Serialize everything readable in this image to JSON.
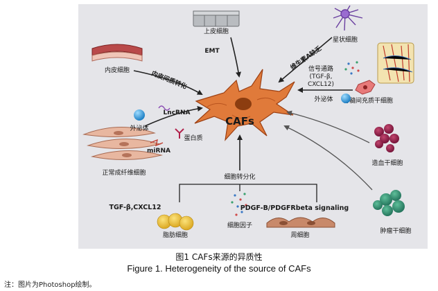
{
  "diagram": {
    "center_label": "CAFs",
    "sources": {
      "epithelial": "上皮细胞",
      "stellate": "星状细胞",
      "endothelial": "内皮细胞",
      "msc": "骨髓间充质干细胞",
      "fibroblast": "正常成纤维细胞",
      "hematopoietic": "造血干细胞",
      "adipocyte": "脂肪细胞",
      "pericyte": "周细胞",
      "tumor_stem": "肿瘤干细胞"
    },
    "labels": {
      "emt": "EMT",
      "vitamin_a": "维生素A缺乏",
      "signaling_1": "信号通路",
      "signaling_2": "(TGF-β,",
      "signaling_3": "CXCL12)",
      "exosome_right": "外泌体",
      "endmt": "内皮间质转化",
      "exosome_left": "外泌体",
      "lncrna": "LncRNA",
      "mirna": "miRNA",
      "protein": "蛋白质",
      "transdiff": "细胞转分化",
      "tgf_cxcl": "TGF-β,CXCL12",
      "pdgf": "PDGF-B/PDGFRbeta signaling",
      "cytokine": "细胞因子"
    }
  },
  "caption": {
    "chinese": "图1  CAFs来源的异质性",
    "english": "Figure 1. Heterogeneity of the source of CAFs"
  },
  "note": "注：图片为Photoshop绘制。"
}
